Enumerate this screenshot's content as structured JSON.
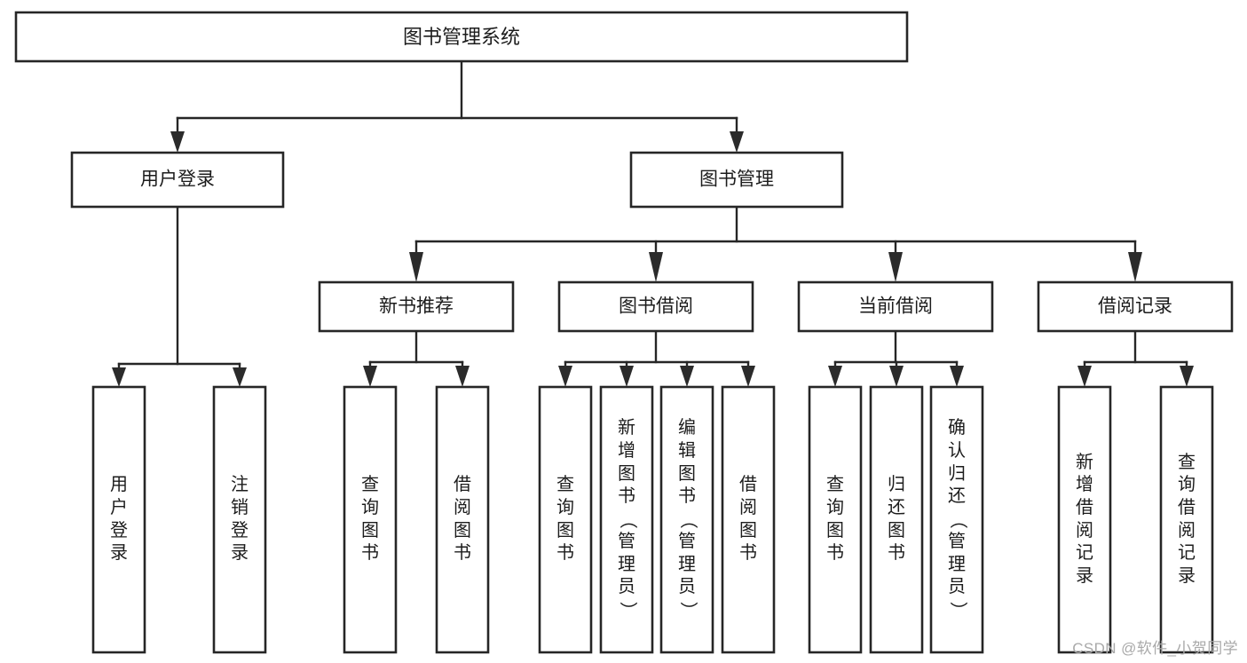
{
  "diagram": {
    "title": "图书管理系统",
    "type": "tree",
    "colors": {
      "box_fill": "#ffffff",
      "box_stroke": "#262626",
      "text": "#1c1c1c",
      "connector": "#262626",
      "watermark": "#a9a9a9",
      "background": "#ffffff"
    },
    "root": {
      "id": "root",
      "label": "图书管理系统",
      "orientation": "horizontal"
    },
    "level2": [
      {
        "id": "user-login",
        "label": "用户登录",
        "orientation": "horizontal"
      },
      {
        "id": "book-manage",
        "label": "图书管理",
        "orientation": "horizontal"
      }
    ],
    "level3": [
      {
        "id": "new-book-recommend",
        "label": "新书推荐",
        "orientation": "horizontal",
        "parent": "book-manage"
      },
      {
        "id": "book-borrow",
        "label": "图书借阅",
        "orientation": "horizontal",
        "parent": "book-manage"
      },
      {
        "id": "current-borrow",
        "label": "当前借阅",
        "orientation": "horizontal",
        "parent": "book-manage"
      },
      {
        "id": "borrow-record",
        "label": "借阅记录",
        "orientation": "horizontal",
        "parent": "book-manage"
      }
    ],
    "leaves": [
      {
        "id": "leaf-user-login",
        "label": "用户登录",
        "chars": [
          "用",
          "户",
          "登",
          "录"
        ],
        "parent": "user-login"
      },
      {
        "id": "leaf-logout-login",
        "label": "注销登录",
        "chars": [
          "注",
          "销",
          "登",
          "录"
        ],
        "parent": "user-login"
      },
      {
        "id": "leaf-query-book-1",
        "label": "查询图书",
        "chars": [
          "查",
          "询",
          "图",
          "书"
        ],
        "parent": "new-book-recommend"
      },
      {
        "id": "leaf-borrow-book-1",
        "label": "借阅图书",
        "chars": [
          "借",
          "阅",
          "图",
          "书"
        ],
        "parent": "new-book-recommend"
      },
      {
        "id": "leaf-query-book-2",
        "label": "查询图书",
        "chars": [
          "查",
          "询",
          "图",
          "书"
        ],
        "parent": "book-borrow"
      },
      {
        "id": "leaf-add-book-admin",
        "label": "新增图书（管理员）",
        "chars": [
          "新",
          "增",
          "图",
          "书",
          "（",
          "管",
          "理",
          "员",
          "）"
        ],
        "parent": "book-borrow"
      },
      {
        "id": "leaf-edit-book-admin",
        "label": "编辑图书（管理员）",
        "chars": [
          "编",
          "辑",
          "图",
          "书",
          "（",
          "管",
          "理",
          "员",
          "）"
        ],
        "parent": "book-borrow"
      },
      {
        "id": "leaf-borrow-book-2",
        "label": "借阅图书",
        "chars": [
          "借",
          "阅",
          "图",
          "书"
        ],
        "parent": "book-borrow"
      },
      {
        "id": "leaf-query-book-3",
        "label": "查询图书",
        "chars": [
          "查",
          "询",
          "图",
          "书"
        ],
        "parent": "current-borrow"
      },
      {
        "id": "leaf-return-book",
        "label": "归还图书",
        "chars": [
          "归",
          "还",
          "图",
          "书"
        ],
        "parent": "current-borrow"
      },
      {
        "id": "leaf-confirm-return-admin",
        "label": "确认归还（管理员）",
        "chars": [
          "确",
          "认",
          "归",
          "还",
          "（",
          "管",
          "理",
          "员",
          "）"
        ],
        "parent": "current-borrow"
      },
      {
        "id": "leaf-add-borrow-record",
        "label": "新增借阅记录",
        "chars": [
          "新",
          "增",
          "借",
          "阅",
          "记",
          "录"
        ],
        "parent": "borrow-record"
      },
      {
        "id": "leaf-query-borrow-record",
        "label": "查询借阅记录",
        "chars": [
          "查",
          "询",
          "借",
          "阅",
          "记",
          "录"
        ],
        "parent": "borrow-record"
      }
    ],
    "watermark": "CSDN @软件_小贺同学"
  }
}
